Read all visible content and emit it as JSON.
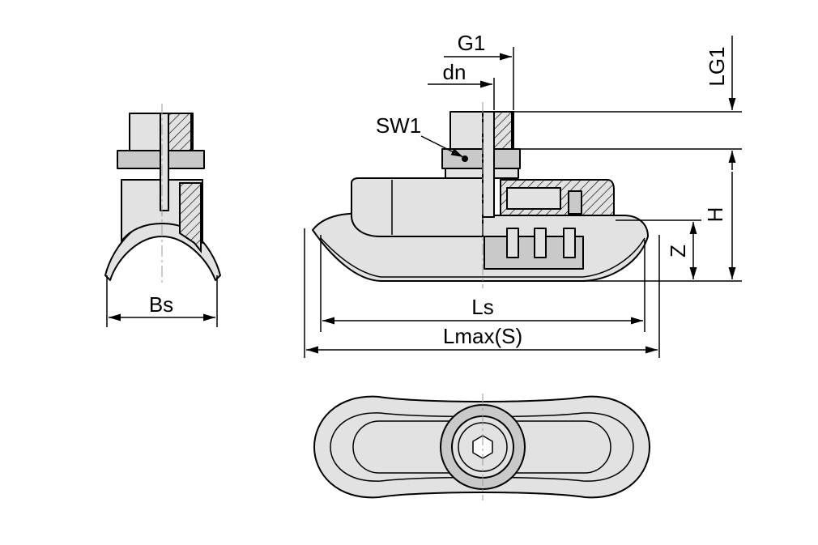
{
  "dimensions": {
    "g1": "G1",
    "dn": "dn",
    "sw1": "SW1",
    "lg1": "LG1",
    "h": "H",
    "z": "Z",
    "ls": "Ls",
    "lmax": "Lmax(S)",
    "bs": "Bs"
  },
  "colors": {
    "part_fill": "#e2e2e2",
    "line": "#000000",
    "centerline": "#999999"
  }
}
